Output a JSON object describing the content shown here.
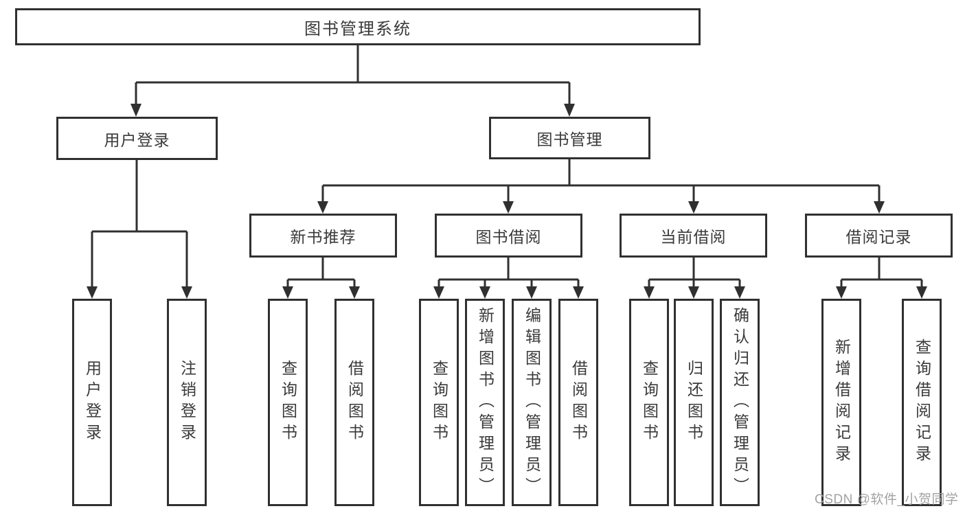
{
  "tree": {
    "root": {
      "label": "图书管理系统",
      "children": [
        {
          "label": "用户登录",
          "children": [
            {
              "label": "用户登录"
            },
            {
              "label": "注销登录"
            }
          ]
        },
        {
          "label": "图书管理",
          "children": [
            {
              "label": "新书推荐",
              "children": [
                {
                  "label": "查询图书"
                },
                {
                  "label": "借阅图书"
                }
              ]
            },
            {
              "label": "图书借阅",
              "children": [
                {
                  "label": "查询图书"
                },
                {
                  "label": "新增图书（管理员）"
                },
                {
                  "label": "编辑图书（管理员）"
                },
                {
                  "label": "借阅图书"
                }
              ]
            },
            {
              "label": "当前借阅",
              "children": [
                {
                  "label": "查询图书"
                },
                {
                  "label": "归还图书"
                },
                {
                  "label": "确认归还（管理员）"
                }
              ]
            },
            {
              "label": "借阅记录",
              "children": [
                {
                  "label": "新增借阅记录"
                },
                {
                  "label": "查询借阅记录"
                }
              ]
            }
          ]
        }
      ]
    }
  },
  "watermark": {
    "text": "CSDN @软件_小贺同学"
  },
  "colors": {
    "line": "#303030",
    "box_border": "#303030",
    "text": "#3a3a3a",
    "watermark": "#a2a2a2",
    "background": "#ffffff"
  }
}
